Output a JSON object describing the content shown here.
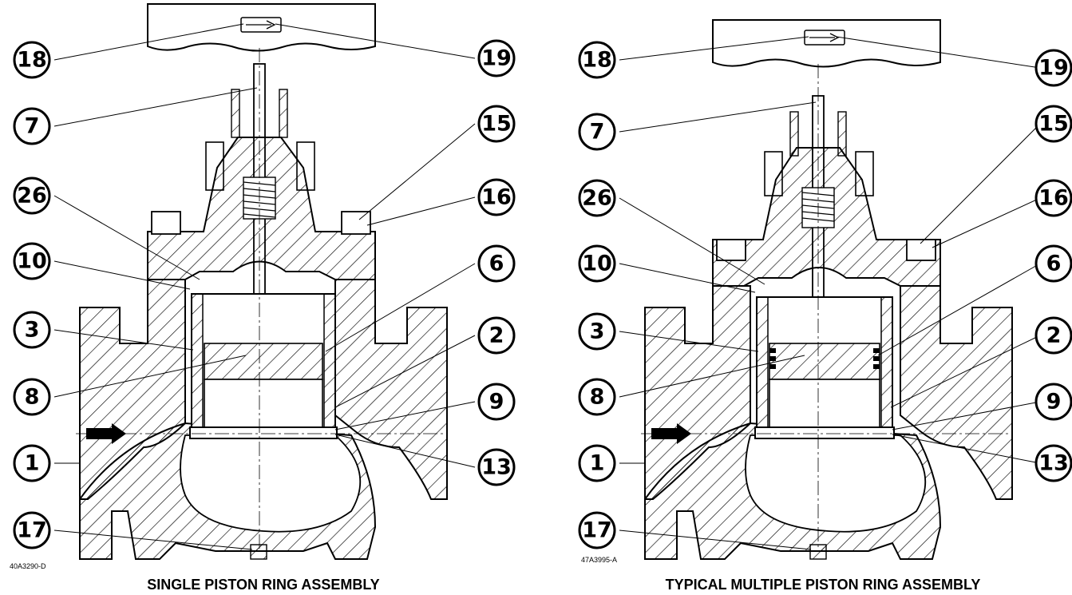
{
  "figures": [
    {
      "caption": "SINGLE PISTON RING ASSEMBLY",
      "drawing_number": "40A3290-D",
      "callouts": [
        "18",
        "19",
        "7",
        "15",
        "26",
        "16",
        "10",
        "6",
        "3",
        "2",
        "8",
        "9",
        "1",
        "13",
        "17"
      ]
    },
    {
      "caption": "TYPICAL MULTIPLE PISTON RING ASSEMBLY",
      "drawing_number": "47A3995-A",
      "callouts": [
        "18",
        "19",
        "7",
        "15",
        "26",
        "16",
        "10",
        "6",
        "3",
        "2",
        "8",
        "9",
        "1",
        "13",
        "17"
      ]
    }
  ],
  "colors": {
    "line": "#000000",
    "background": "#ffffff"
  }
}
